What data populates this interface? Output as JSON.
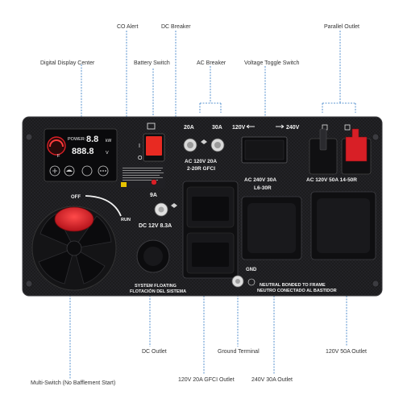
{
  "colors": {
    "panel": "#1b1b1d",
    "panel_edge": "#2a2a2d",
    "accent_red": "#d81f26",
    "leader_blue": "#2f78c4",
    "text_white": "#f2f2f2",
    "callout_text": "#333333"
  },
  "callouts": {
    "co_alert": "CO Alert",
    "dc_breaker": "DC Breaker",
    "parallel_outlet": "Parallel Outlet",
    "digital_display_center": "Digital Display Center",
    "battery_switch": "Battery Switch",
    "ac_breaker": "AC Breaker",
    "voltage_toggle_switch": "Voltage Toggle Switch",
    "dc_outlet": "DC Outlet",
    "ground_terminal": "Ground Terminal",
    "outlet_120v_50a": "120V 50A Outlet",
    "multi_switch": "Multi-Switch (No Bafflement Start)",
    "outlet_120v_20a_gfci": "120V 20A GFCI Outlet",
    "outlet_240v_30a": "240V 30A Outlet"
  },
  "panel": {
    "display": {
      "power_label": "POWER:",
      "power_value": "8.8",
      "power_unit": "kW",
      "voltage_value": "888.8",
      "voltage_unit": "V",
      "fuel_label": "F"
    },
    "breaker_20a": "20A",
    "breaker_30a": "30A",
    "toggle_left": "120V",
    "toggle_right": "240V",
    "dc_breaker_rating": "9A",
    "label_ac_120v_20a": "AC 120V 20A",
    "label_gfci": "2-20R GFCI",
    "label_dc": "DC 12V 8.3A",
    "label_ac_240v_30a": "AC 240V 30A",
    "label_l6_30r": "L6-30R",
    "label_ac_120v_50a": "AC 120V 50A 14-50R",
    "multi_off": "OFF",
    "multi_run": "RUN",
    "system_floating_en": "SYSTEM FLOATING",
    "system_floating_es": "FLOTACIÓN DEL SISTEMA",
    "gnd": "GND",
    "neutral_en": "NEUTRAL BONDED TO FRAME",
    "neutral_es": "NEUTRO CONECTADO AL BASTIDOR"
  }
}
